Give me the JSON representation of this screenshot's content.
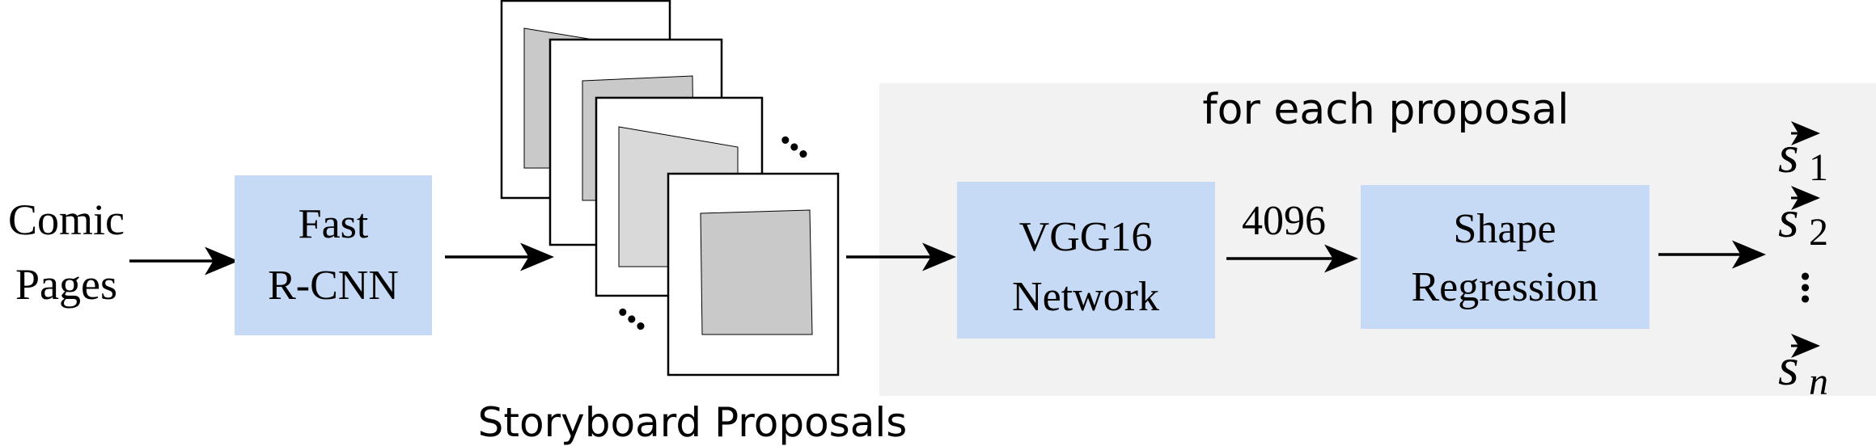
{
  "colors": {
    "box_fill": "#c6daf6",
    "panel_fill": "#f2f2f2",
    "card_inner_fill": "#c9c9c9",
    "card_inner_fill_light": "#d9d9d9",
    "stroke": "#000000"
  },
  "input": {
    "line1": "Comic",
    "line2": "Pages"
  },
  "fast_rcnn": {
    "line1": "Fast",
    "line2": "R-CNN"
  },
  "proposals": {
    "caption": "Storyboard Proposals",
    "ellipsis": "..."
  },
  "panel": {
    "title": "for each proposal"
  },
  "vgg": {
    "line1": "VGG16",
    "line2": "Network"
  },
  "feature_dim": "4096",
  "shape_regression": {
    "line1": "Shape",
    "line2": "Regression"
  },
  "outputs": {
    "symbol": "s",
    "subscripts": [
      "1",
      "2",
      "n"
    ],
    "ellipsis": "..."
  }
}
